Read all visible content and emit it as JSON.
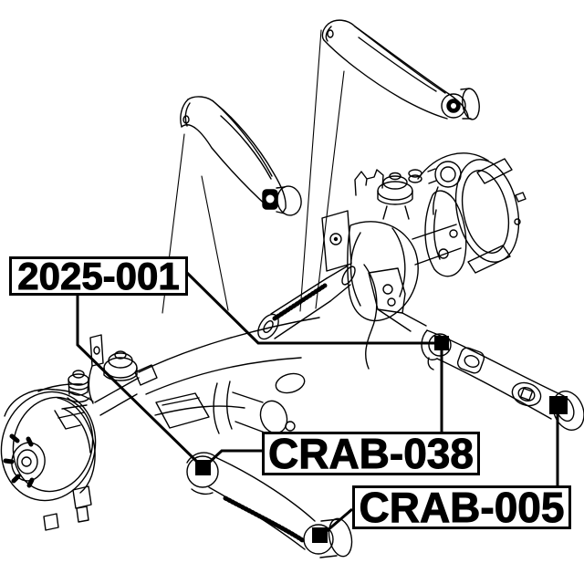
{
  "diagram": {
    "type": "exploded-parts-line-drawing",
    "subject": "rear suspension / axle assembly",
    "colors": {
      "background": "#ffffff",
      "line": "#000000",
      "callout_border": "#000000"
    },
    "marker_symbol": "black-square",
    "callouts": [
      {
        "label": "2025-001"
      },
      {
        "label": "CRAB-038"
      },
      {
        "label": "CRAB-005"
      }
    ],
    "markers": [
      "trailing-arm-front-bushing",
      "lateral-arm-inner-bushing",
      "lateral-arm-outer-bushing",
      "trailing-arm-rear-bushing"
    ]
  }
}
